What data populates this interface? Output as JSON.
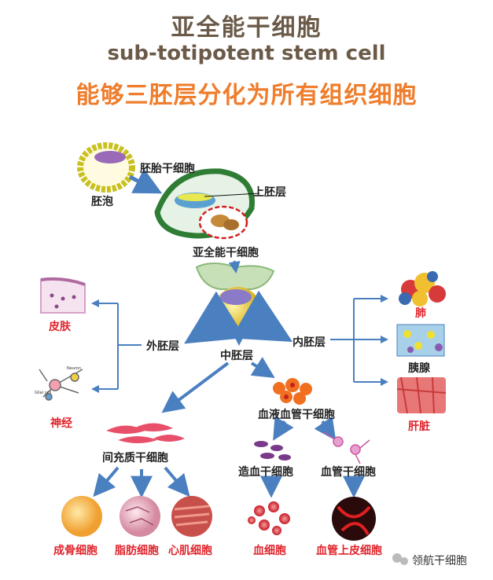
{
  "title": "亚全能干细胞",
  "subtitle": "sub-totipotent stem cell",
  "tagline": "能够三胚层分化为所有组织细胞",
  "nodes": {
    "blastocyst": "胚泡",
    "embryonic_stem_cell": "胚胎干细胞",
    "epiblast": "上胚层",
    "sub_totipotent": "亚全能干细胞",
    "ectoderm": "外胚层",
    "mesoderm": "中胚层",
    "endoderm": "内胚层",
    "skin": "皮肤",
    "nerve": "神经",
    "lung": "肺",
    "pancreas": "胰腺",
    "liver": "肝脏",
    "hemangioblast": "血液血管干细胞",
    "mesenchymal": "间充质干细胞",
    "hematopoietic": "造血干细胞",
    "vascular_stem": "血管干细胞",
    "osteoblast": "成骨细胞",
    "adipocyte": "脂肪细胞",
    "cardiomyocyte": "心肌细胞",
    "blood_cell": "血细胞",
    "endothelial": "血管上皮细胞"
  },
  "micro_labels": {
    "neuron": "Neuron",
    "glia": "Glial cell"
  },
  "watermark": "领航干细胞",
  "colors": {
    "title": "#6b5a48",
    "tagline": "#ef7d2c",
    "tissue_label": "#e0242c",
    "arrow": "#4a7fc0"
  }
}
